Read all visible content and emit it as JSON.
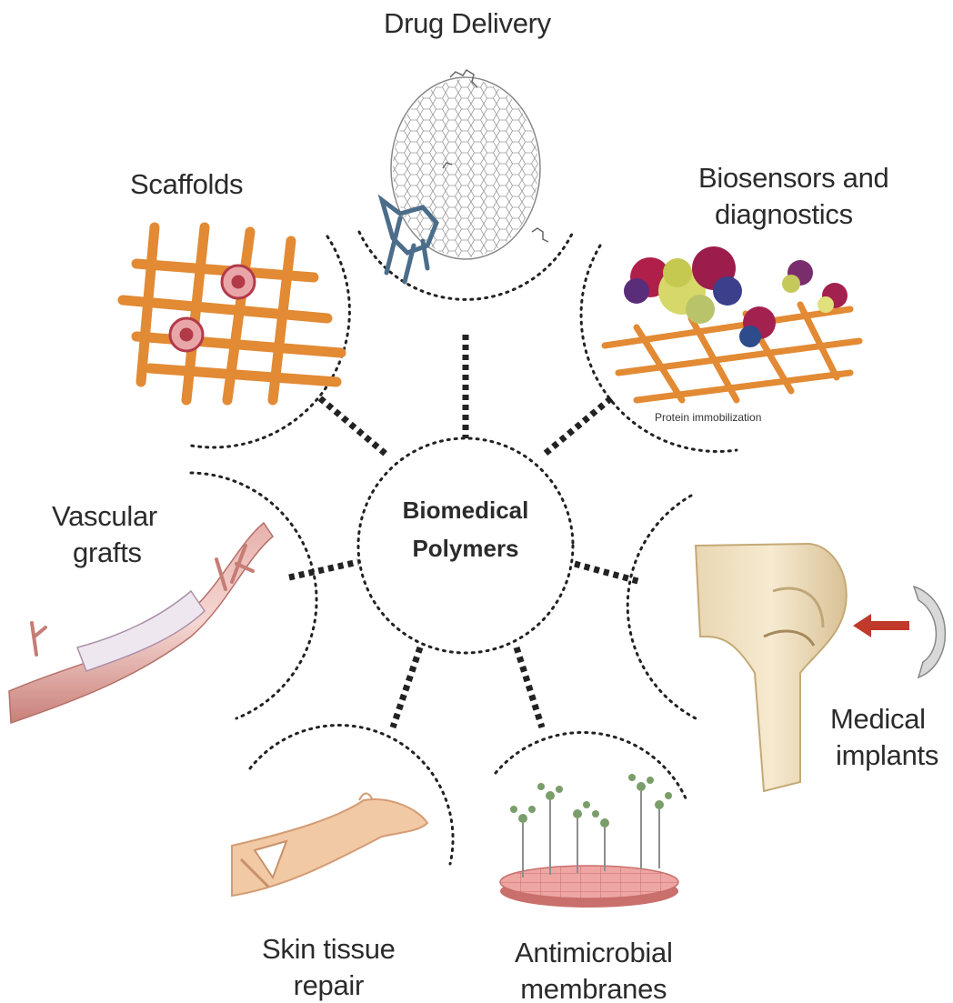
{
  "center": {
    "line1": "Biomedical",
    "line2": "Polymers"
  },
  "applications": {
    "drug_delivery": "Drug Delivery",
    "scaffolds": "Scaffolds",
    "biosensors_line1": "Biosensors and",
    "biosensors_line2": "diagnostics",
    "protein_immobilization": "Protein immobilization",
    "vascular_line1": "Vascular",
    "vascular_line2": "grafts",
    "medical_line1": "Medical",
    "medical_line2": "implants",
    "skin_line1": "Skin tissue",
    "skin_line2": "repair",
    "antimicrobial_line1": "Antimicrobial",
    "antimicrobial_line2": "membranes"
  },
  "colors": {
    "text": "#2b2b2b",
    "dotted_line": "#222222",
    "scaffold_orange": "#e8903a",
    "skin": "#f1c9a5",
    "vessel": "#d99a95",
    "arrow_red": "#c0392b",
    "membrane_pink": "#e79c9a"
  }
}
